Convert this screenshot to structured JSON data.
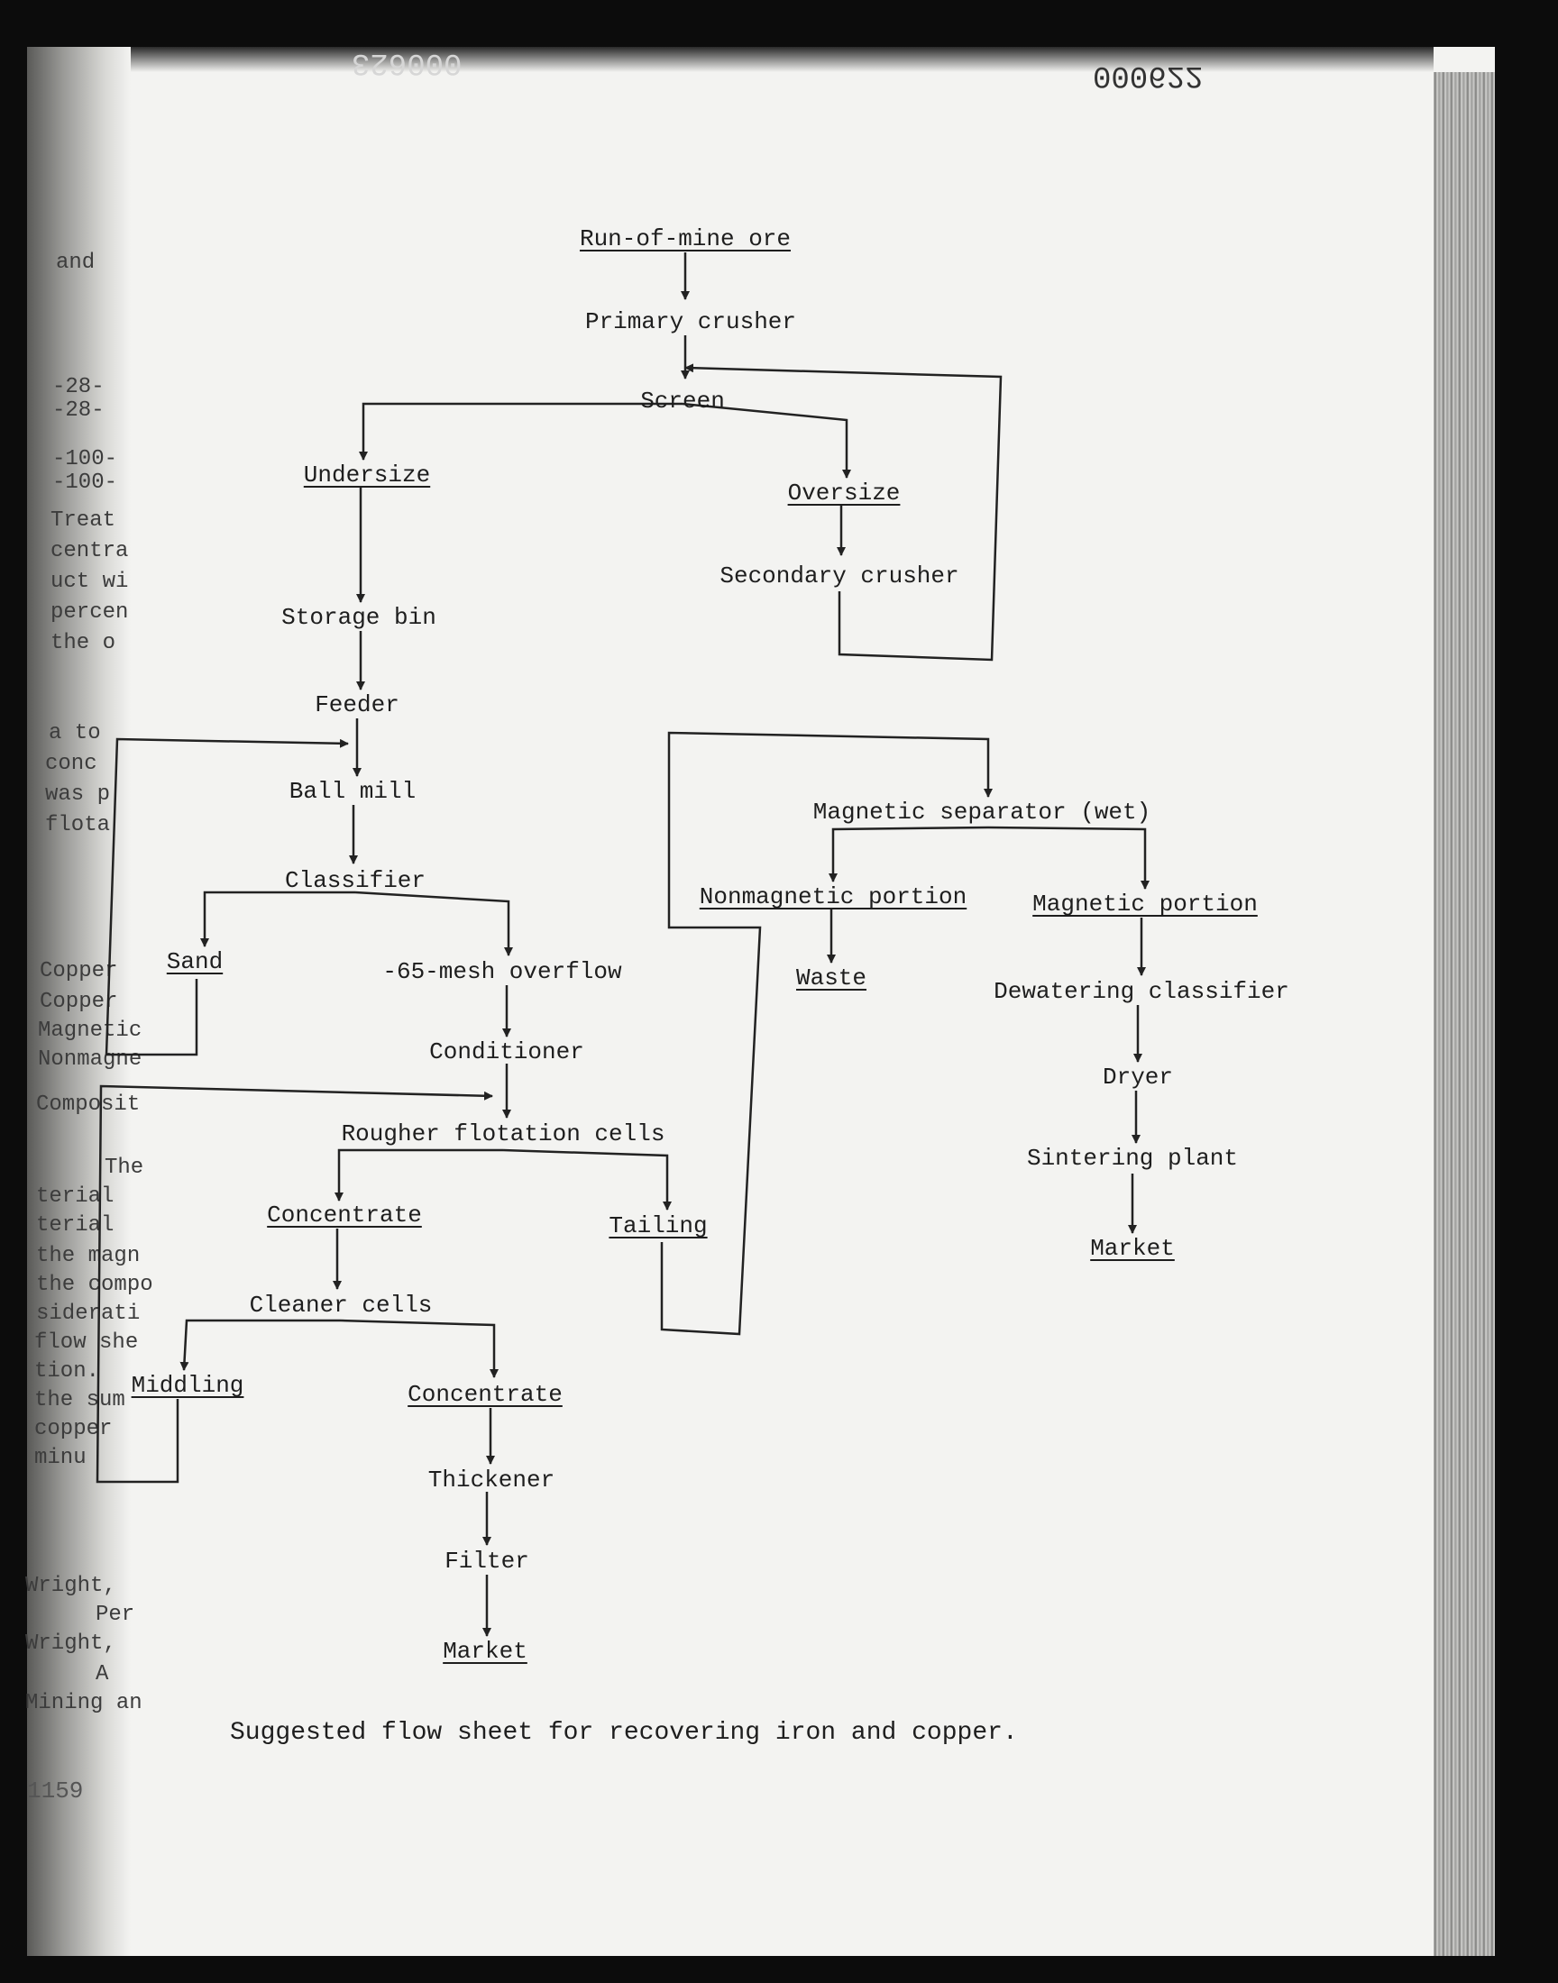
{
  "page_number": "000622",
  "faint_header": "000623",
  "caption": "Suggested flow sheet for recovering iron and copper.",
  "folio": "1159",
  "margin_fragments": [
    "and",
    "-28-",
    "-28-",
    "-100-",
    "-100-",
    "Treat",
    "centra",
    "uct wi",
    "percen",
    "the o",
    "a to",
    "conc",
    "was p",
    "flota",
    "Copper",
    "Copper",
    "Magnetic",
    "Nonmagne",
    "Composit",
    "The",
    "terial",
    "terial",
    "the magn",
    "the compo",
    "siderati",
    "flow she",
    "tion.",
    "the sum",
    "copper",
    "minu",
    "Wright,",
    "Per",
    "Wright,",
    "A",
    "Mining an"
  ],
  "nodes": {
    "run_of_mine_ore": "Run-of-mine ore",
    "primary_crusher": "Primary crusher",
    "screen": "Screen",
    "undersize": "Undersize",
    "oversize": "Oversize",
    "secondary_crusher": "Secondary crusher",
    "storage_bin": "Storage bin",
    "feeder": "Feeder",
    "ball_mill": "Ball mill",
    "classifier": "Classifier",
    "sand": "Sand",
    "overflow": "-65-mesh overflow",
    "conditioner": "Conditioner",
    "rougher": "Rougher flotation cells",
    "concentrate_1": "Concentrate",
    "tailing": "Tailing",
    "cleaner_cells": "Cleaner cells",
    "middling": "Middling",
    "concentrate_2": "Concentrate",
    "thickener": "Thickener",
    "filter": "Filter",
    "market_copper": "Market",
    "magnetic_separator": "Magnetic separator (wet)",
    "nonmagnetic_portion": "Nonmagnetic portion",
    "magnetic_portion": "Magnetic portion",
    "waste": "Waste",
    "dewatering_classifier": "Dewatering classifier",
    "dryer": "Dryer",
    "sintering_plant": "Sintering plant",
    "market_iron": "Market"
  },
  "links": [
    [
      "run_of_mine_ore",
      "primary_crusher"
    ],
    [
      "primary_crusher",
      "screen"
    ],
    [
      "screen",
      "undersize"
    ],
    [
      "screen",
      "oversize"
    ],
    [
      "oversize",
      "secondary_crusher"
    ],
    [
      "secondary_crusher",
      "screen"
    ],
    [
      "undersize",
      "storage_bin"
    ],
    [
      "storage_bin",
      "feeder"
    ],
    [
      "feeder",
      "ball_mill"
    ],
    [
      "ball_mill",
      "classifier"
    ],
    [
      "classifier",
      "sand"
    ],
    [
      "classifier",
      "overflow"
    ],
    [
      "sand",
      "ball_mill"
    ],
    [
      "overflow",
      "conditioner"
    ],
    [
      "conditioner",
      "rougher"
    ],
    [
      "rougher",
      "concentrate_1"
    ],
    [
      "rougher",
      "tailing"
    ],
    [
      "concentrate_1",
      "cleaner_cells"
    ],
    [
      "cleaner_cells",
      "middling"
    ],
    [
      "cleaner_cells",
      "concentrate_2"
    ],
    [
      "middling",
      "rougher"
    ],
    [
      "concentrate_2",
      "thickener"
    ],
    [
      "thickener",
      "filter"
    ],
    [
      "filter",
      "market_copper"
    ],
    [
      "tailing",
      "magnetic_separator"
    ],
    [
      "magnetic_separator",
      "nonmagnetic_portion"
    ],
    [
      "magnetic_separator",
      "magnetic_portion"
    ],
    [
      "nonmagnetic_portion",
      "waste"
    ],
    [
      "magnetic_portion",
      "dewatering_classifier"
    ],
    [
      "dewatering_classifier",
      "dryer"
    ],
    [
      "dryer",
      "sintering_plant"
    ],
    [
      "sintering_plant",
      "market_iron"
    ]
  ]
}
